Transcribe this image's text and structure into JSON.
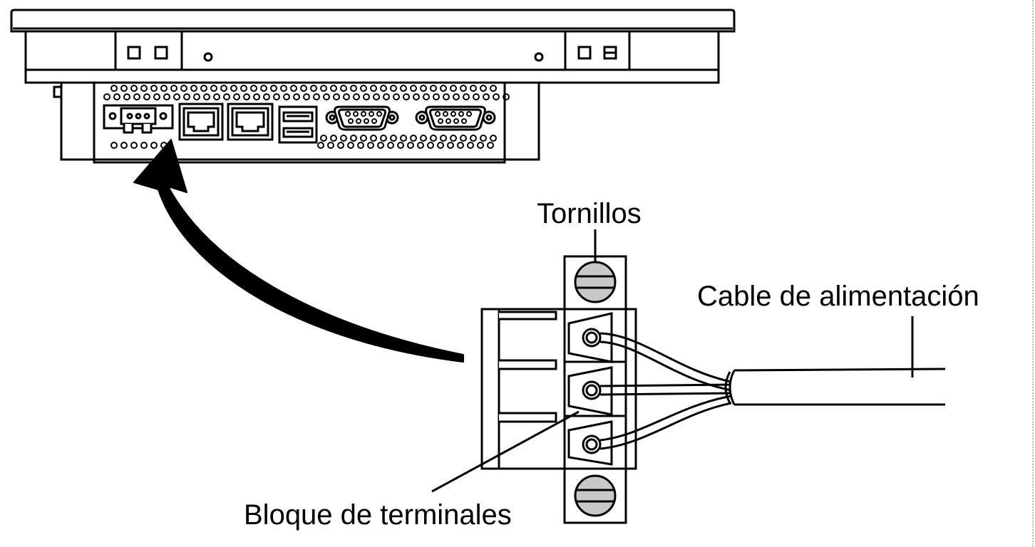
{
  "labels": {
    "screws": "Tornillos",
    "power_cable": "Cable de alimentación",
    "terminal_block": "Bloque de terminales"
  },
  "colors": {
    "line": "#000000",
    "background": "#ffffff",
    "screw_fill": "#c8c8c8"
  },
  "icons": {
    "arrow": "curved-arrow-icon",
    "screw": "slotted-screw-icon"
  }
}
